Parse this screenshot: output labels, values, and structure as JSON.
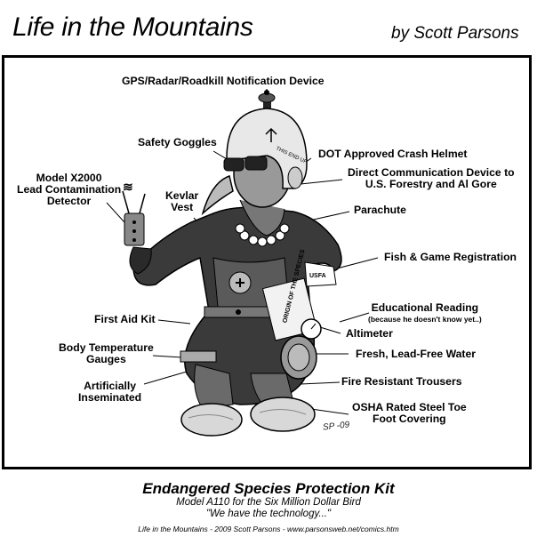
{
  "header": {
    "title": "Life in the Mountains",
    "byline": "by Scott Parsons"
  },
  "labels": {
    "gps": "GPS/Radar/Roadkill Notification Device",
    "goggles": "Safety Goggles",
    "helmet": "DOT Approved Crash Helmet",
    "comm_line1": "Direct Communication Device to",
    "comm_line2": "U.S. Forestry and Al Gore",
    "model_line1": "Model X2000",
    "model_line2": "Lead Contamination",
    "model_line3": "Detector",
    "kevlar_line1": "Kevlar",
    "kevlar_line2": "Vest",
    "parachute": "Parachute",
    "fish_game": "Fish & Game Registration",
    "reading": "Educational Reading",
    "reading_note": "(because he doesn't know yet..)",
    "first_aid": "First Aid Kit",
    "altimeter": "Altimeter",
    "body_temp_line1": "Body Temperature",
    "body_temp_line2": "Gauges",
    "water": "Fresh, Lead-Free Water",
    "insem_line1": "Artificially",
    "insem_line2": "Inseminated",
    "trousers": "Fire Resistant Trousers",
    "osha_line1": "OSHA Rated Steel Toe",
    "osha_line2": "Foot Covering"
  },
  "props": {
    "helmet_text": "THIS END UP",
    "book_text": "ORIGIN OF THE SPECIES",
    "armband_text": "USFA"
  },
  "signature": "SP -09",
  "caption": {
    "title": "Endangered Species Protection Kit",
    "subtitle": "Model A110 for the Six Million Dollar Bird",
    "quote": "\"We have the technology...\""
  },
  "credit": "Life in the Mountains - 2009 Scott Parsons - www.parsonsweb.net/comics.htm"
}
